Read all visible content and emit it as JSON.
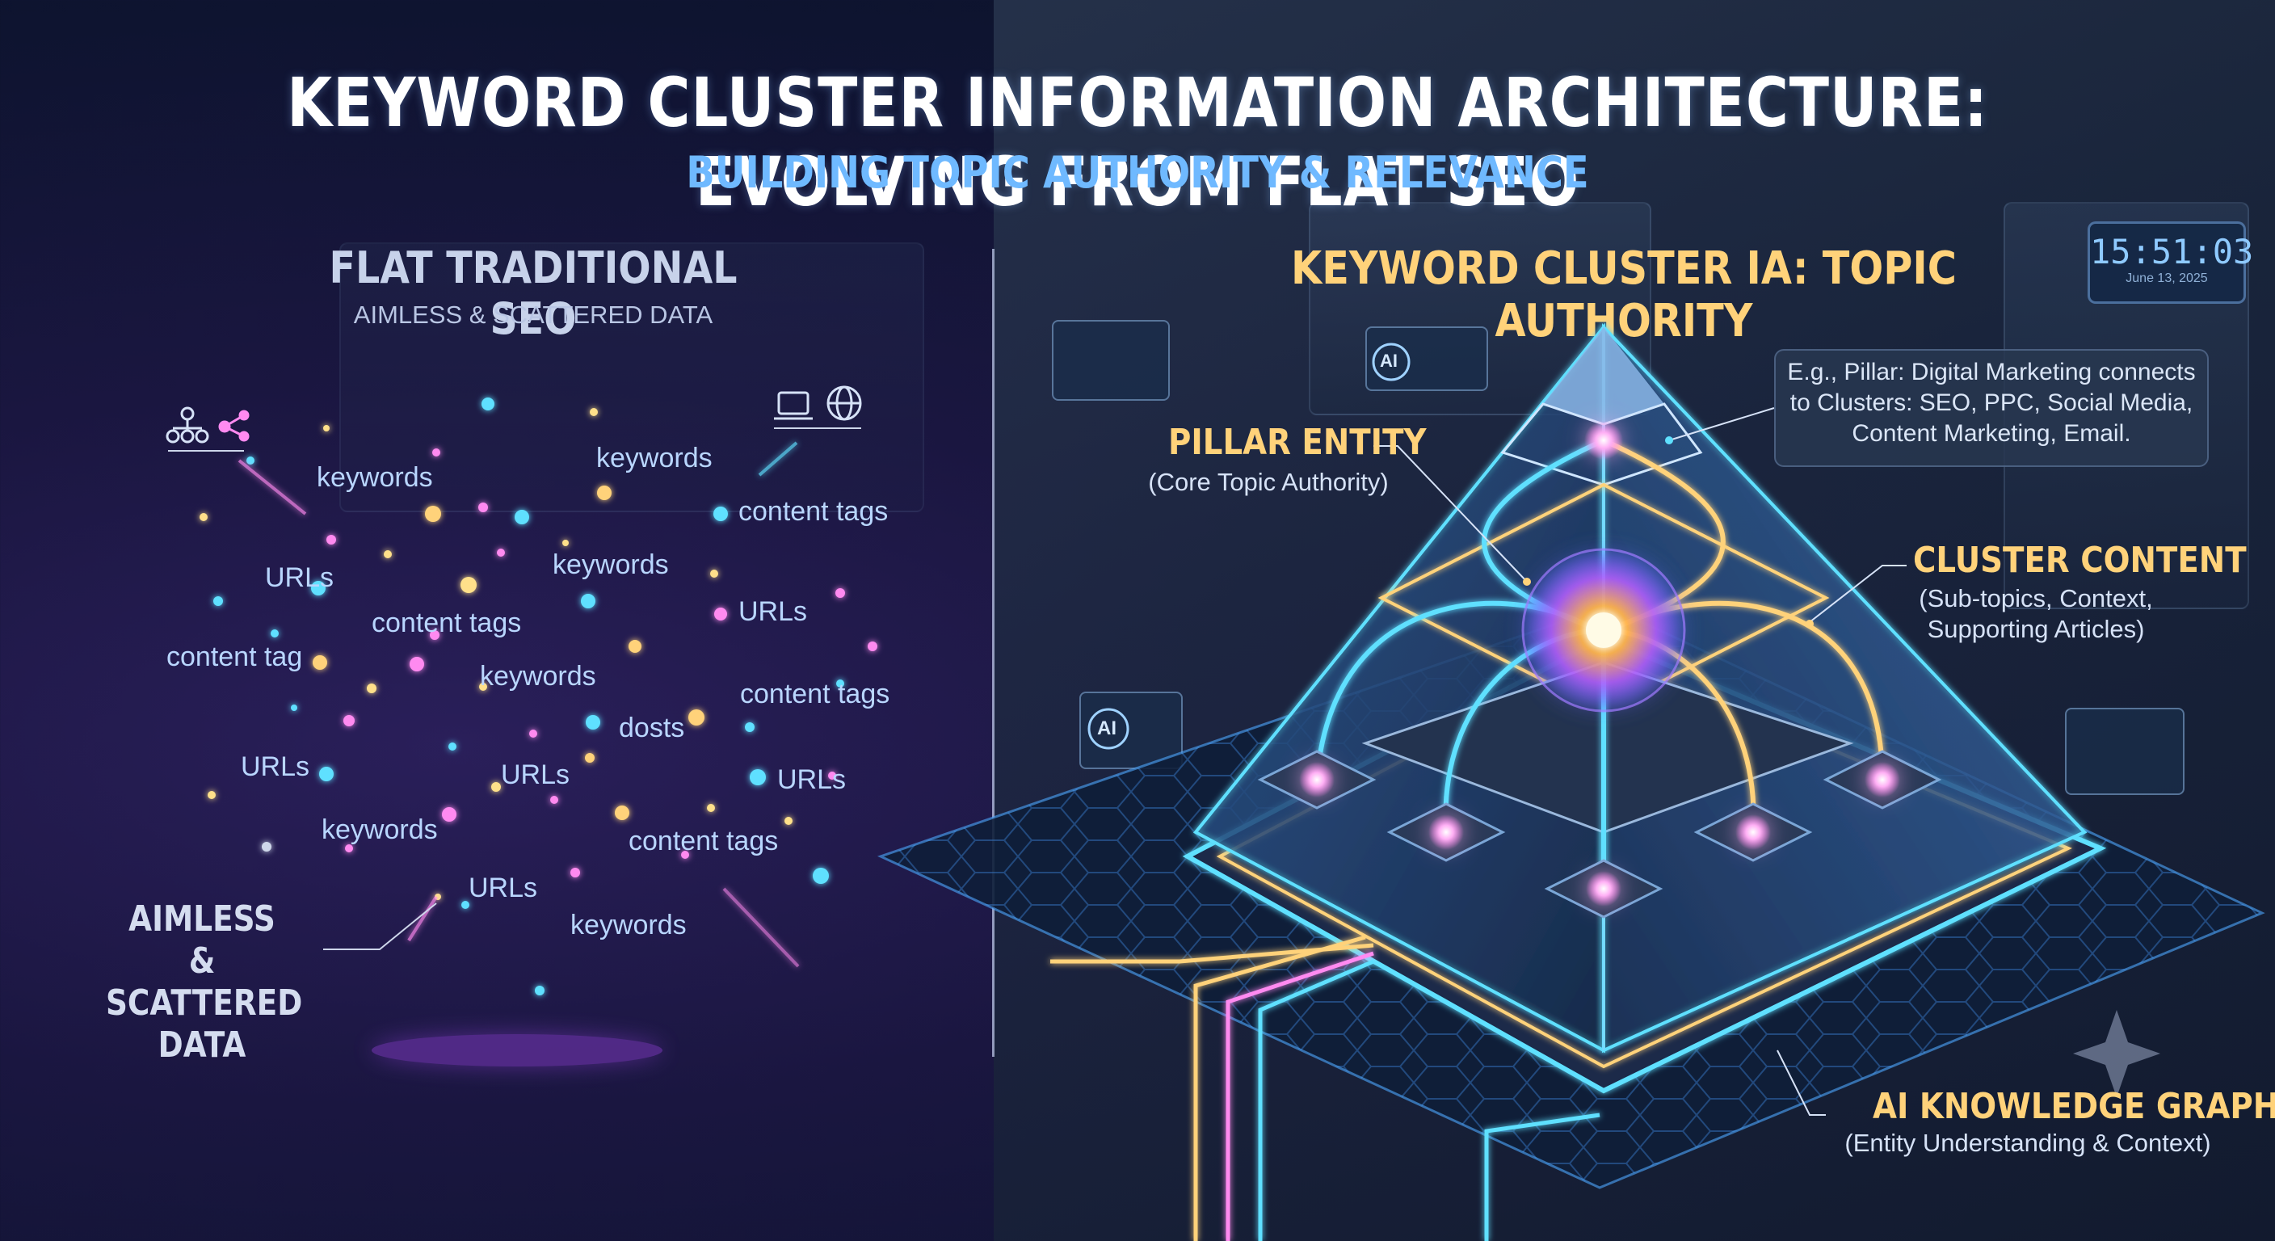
{
  "header": {
    "title": "KEYWORD CLUSTER INFORMATION ARCHITECTURE: EVOLVING FROM FLAT SEO",
    "subtitle": "BUILDING TOPIC AUTHORITY & RELEVANCE"
  },
  "left": {
    "heading": "FLAT TRADITIONAL SEO",
    "subheading": "AIMLESS & SCATTERED DATA",
    "labels": [
      "keywords",
      "keywords",
      "content tags",
      "URLs",
      "keywords",
      "URLs",
      "content tags",
      "content tag",
      "keywords",
      "content tags",
      "dosts",
      "URLs",
      "URLs",
      "URLs",
      "keywords",
      "content tags",
      "URLs",
      "keywords"
    ],
    "bottom_label": [
      "AIMLESS",
      "& SCATTERED",
      "DATA"
    ]
  },
  "right": {
    "heading": "KEYWORD CLUSTER IA: TOPIC AUTHORITY",
    "pillar": {
      "title": "PILLAR ENTITY",
      "sub": "(Core Topic Authority)"
    },
    "cluster": {
      "title": "CLUSTER CONTENT",
      "sub": [
        "(Sub-topics, Context,",
        "Supporting Articles)"
      ]
    },
    "graph": {
      "title": "AI KNOWLEDGE GRAPH",
      "sub": "(Entity Understanding & Context)"
    },
    "example": [
      "E.g., Pillar: Digital Marketing connects",
      "to Clusters: SEO, PPC, Social Media,",
      "Content Marketing, Email."
    ],
    "clock": {
      "time": "15:51:03",
      "date": "June 13, 2025"
    },
    "ai_badge": "AI"
  },
  "colors": {
    "pillar_gold": "#ffd27a",
    "link_cyan": "#5fe0ff",
    "node_pink": "#ff8af0",
    "title_blue": "#6fb9ff"
  }
}
